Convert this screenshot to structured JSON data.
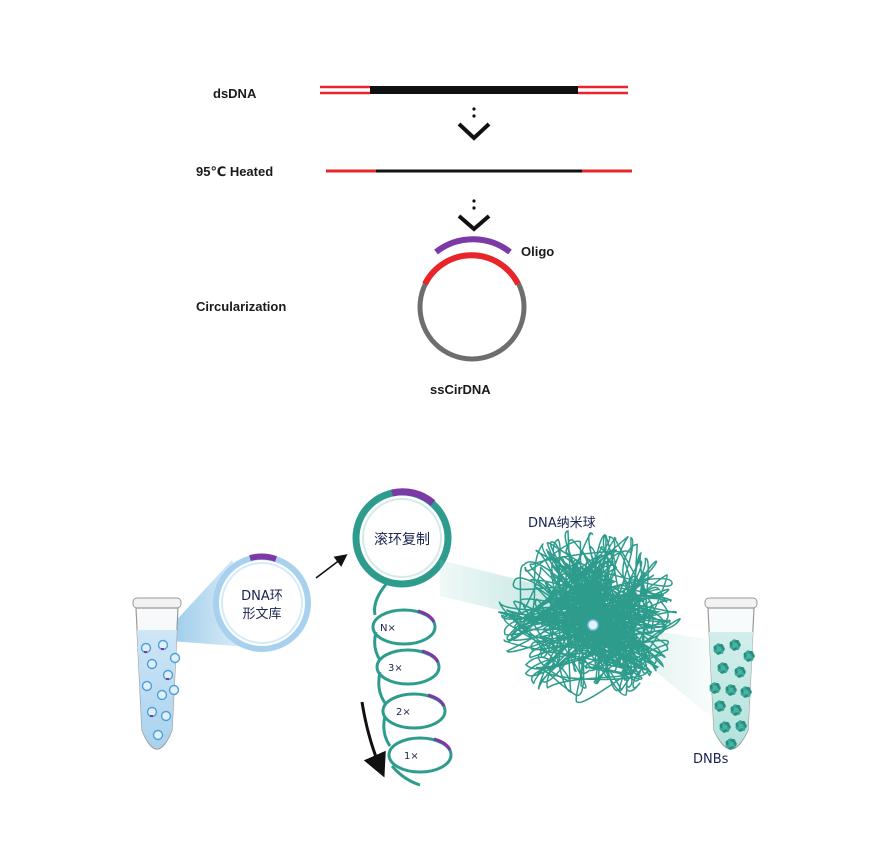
{
  "labels": {
    "dsdna": "dsDNA",
    "heated": "95℃ Heated",
    "circularization": "Circularization",
    "oligo": "Oligo",
    "sscirdna": "ssCirDNA",
    "library_line1": "DNA环",
    "library_line2": "形文库",
    "rca": "滚环复制",
    "nanoball": "DNA纳米球",
    "dnbs": "DNBs",
    "turns": [
      "N×",
      "3×",
      "2×",
      "1×"
    ]
  },
  "colors": {
    "adapter": "#e8262a",
    "insert": "#111111",
    "oligo": "#7b3aa6",
    "circle": "#6e6e6e",
    "teal": "#2e9c8c",
    "lightblue": "#8fc4e6",
    "purple": "#7b3aa6"
  }
}
